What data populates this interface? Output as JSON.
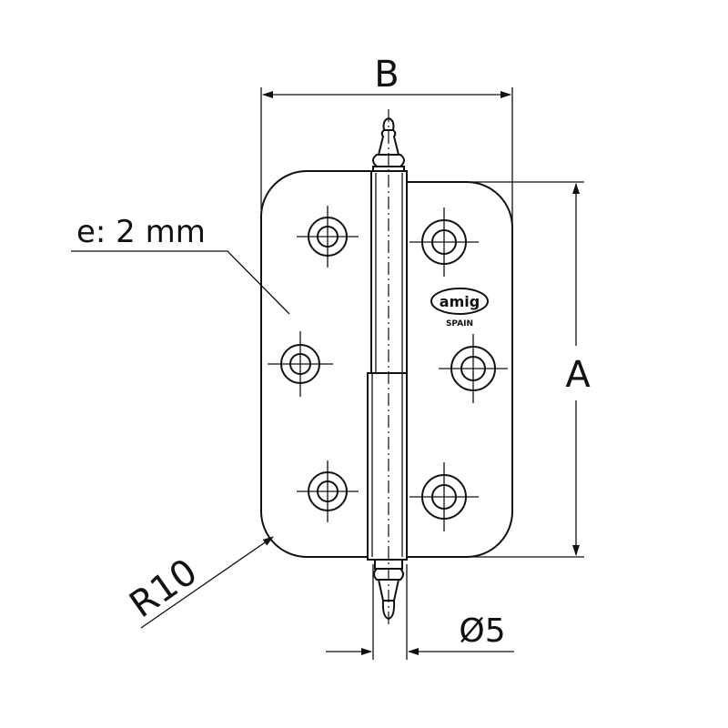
{
  "dimensions": {
    "width_label": "B",
    "height_label": "A",
    "thickness_label": "e: 2 mm",
    "radius_label": "R10",
    "pin_diameter_label": "Ø5"
  },
  "logo": {
    "brand": "amig",
    "country": "SPAIN"
  },
  "colors": {
    "line": "#111111",
    "background": "#ffffff"
  }
}
